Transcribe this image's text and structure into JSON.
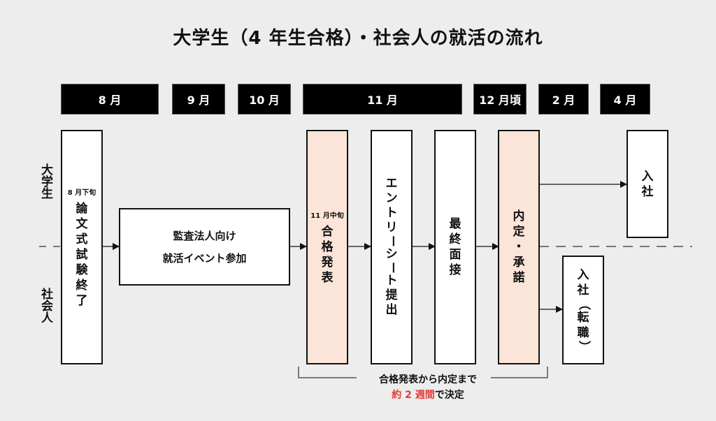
{
  "title": "大学生（4 年生合格）・社会人の就活の流れ",
  "months": [
    "8 月",
    "9 月",
    "10 月",
    "11 月",
    "12 月頃",
    "2 月",
    "4 月"
  ],
  "lanes": {
    "student": "大学生",
    "worker": "社会人"
  },
  "steps": {
    "essay_exam": {
      "note": "8 月下旬",
      "chars": [
        "論",
        "文",
        "式",
        "試",
        "験",
        "終",
        "了"
      ]
    },
    "event": {
      "line1": "監査法人向け",
      "line2": "就活イベント参加"
    },
    "pass_announce": {
      "note": "11 月中旬",
      "chars": [
        "合",
        "格",
        "発",
        "表"
      ]
    },
    "entry_sheet": {
      "chars": [
        "エ",
        "ン",
        "ト",
        "リ",
        "ー",
        "シ",
        "ー",
        "ト",
        "提",
        "出"
      ]
    },
    "final_interview": {
      "chars": [
        "最",
        "終",
        "面",
        "接"
      ]
    },
    "offer": {
      "chars": [
        "内",
        "定",
        "・",
        "承",
        "諾"
      ]
    },
    "join_student": {
      "chars": [
        "入",
        "社"
      ]
    },
    "join_worker": {
      "chars": [
        "入",
        "社",
        "（",
        "転",
        "職",
        "）"
      ]
    }
  },
  "footer": {
    "line1": "合格発表から内定まで",
    "highlight": "約 2 週間",
    "line2_rest": "で決定",
    "highlight_color": "#e53935"
  },
  "colors": {
    "peach": "#fbe5d8",
    "header": "#000000"
  }
}
